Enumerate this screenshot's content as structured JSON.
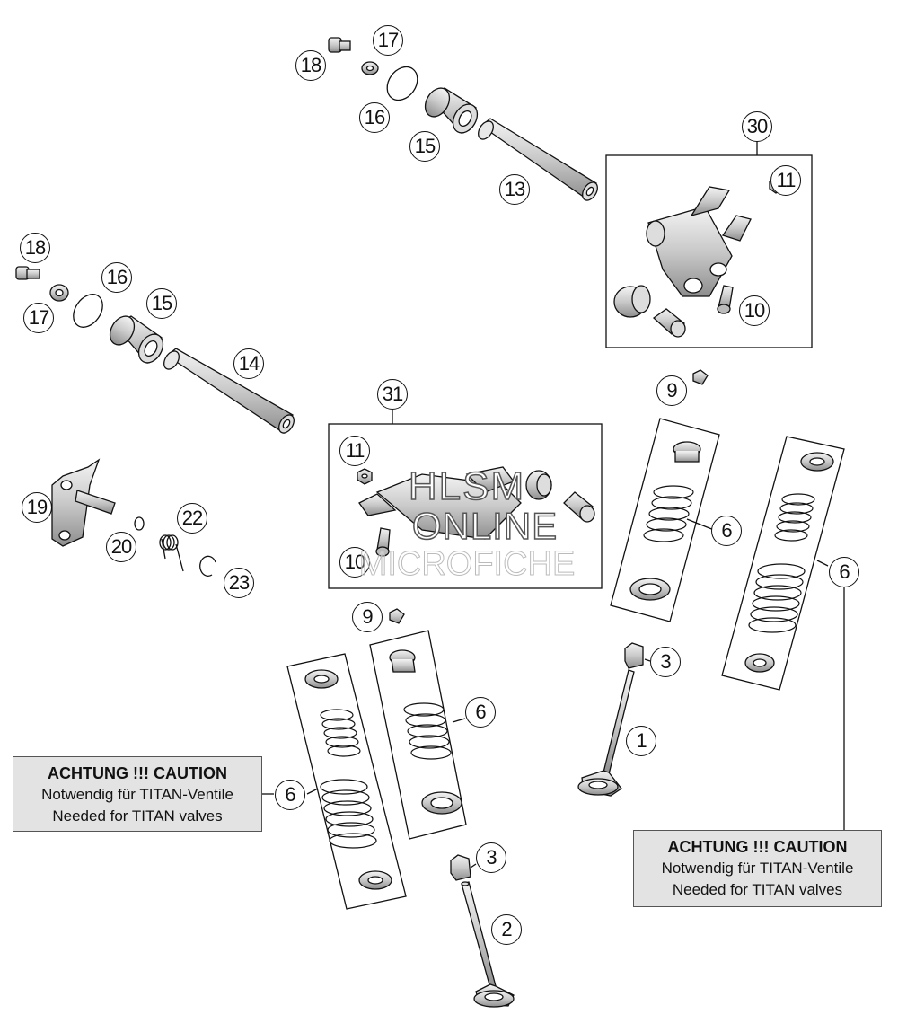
{
  "callouts": [
    {
      "label": "17"
    },
    {
      "label": "18"
    },
    {
      "label": "16"
    },
    {
      "label": "15"
    },
    {
      "label": "13"
    },
    {
      "label": "30"
    },
    {
      "label": "11"
    },
    {
      "label": "10"
    },
    {
      "label": "18"
    },
    {
      "label": "16"
    },
    {
      "label": "17"
    },
    {
      "label": "15"
    },
    {
      "label": "14"
    },
    {
      "label": "31"
    },
    {
      "label": "11"
    },
    {
      "label": "10"
    },
    {
      "label": "9"
    },
    {
      "label": "6"
    },
    {
      "label": "6"
    },
    {
      "label": "3"
    },
    {
      "label": "1"
    },
    {
      "label": "19"
    },
    {
      "label": "22"
    },
    {
      "label": "20"
    },
    {
      "label": "23"
    },
    {
      "label": "9"
    },
    {
      "label": "6"
    },
    {
      "label": "6"
    },
    {
      "label": "3"
    },
    {
      "label": "2"
    }
  ],
  "caution_left": {
    "title": "ACHTUNG !!! CAUTION",
    "line1": "Notwendig für TITAN-Ventile",
    "line2": "Needed for TITAN valves"
  },
  "caution_right": {
    "title": "ACHTUNG !!! CAUTION",
    "line1": "Notwendig für TITAN-Ventile",
    "line2": "Needed for TITAN valves"
  },
  "watermark": {
    "line1": "HLSM",
    "line2": "ONLINE",
    "line3": "MICROFICHE"
  }
}
